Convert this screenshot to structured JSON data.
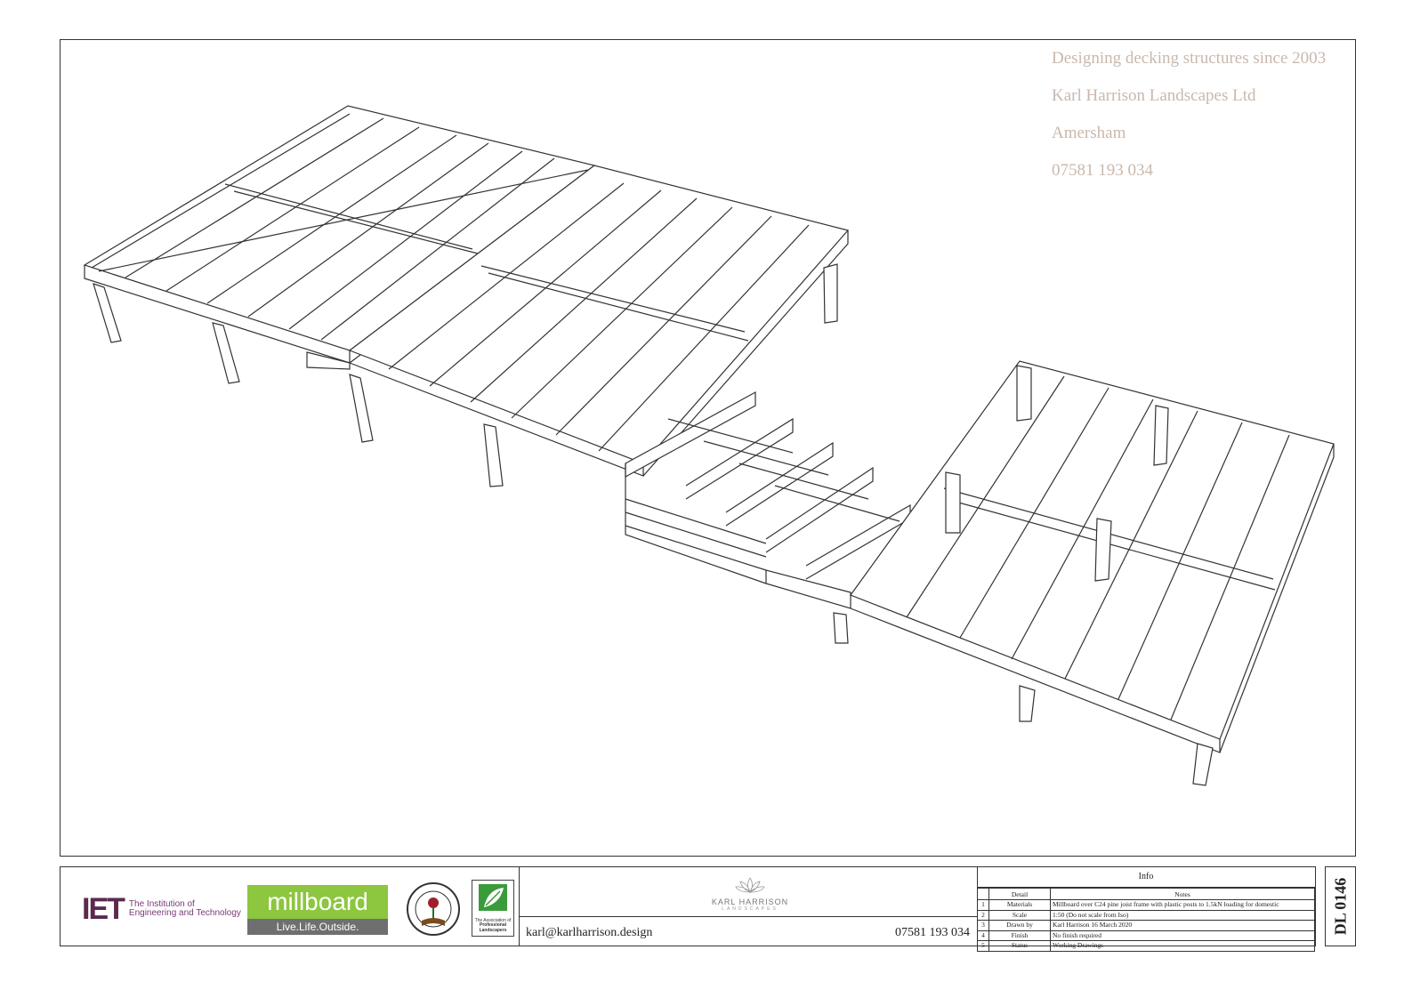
{
  "company": {
    "tagline": "Designing decking structures since 2003",
    "name": "Karl Harrison Landscapes Ltd",
    "location": "Amersham",
    "phone": "07581 193 034"
  },
  "titleblock": {
    "logos": {
      "iet_mark": "IET",
      "iet_text_1": "The Institution of",
      "iet_text_2": "Engineering and Technology",
      "millboard": "millboard",
      "millboard_tagline": "Live.Life.Outside.",
      "apl_text_1": "The Association of",
      "apl_text_2": "Professional",
      "apl_text_3": "Landscapers"
    },
    "brand_name": "KARL HARRISON",
    "brand_sub": "LANDSCAPES",
    "email": "karl@karlharrison.design",
    "phone": "07581 193 034",
    "info": {
      "title": "Info",
      "col_detail": "Detail",
      "col_notes": "Notes",
      "rows": [
        {
          "n": "1",
          "detail": "Materials",
          "notes": "Millboard over C24 pine joist frame with plastic posts to 1.5kN loading for domestic"
        },
        {
          "n": "2",
          "detail": "Scale",
          "notes": "1:50 (Do not scale from Iso)"
        },
        {
          "n": "3",
          "detail": "Drawn by",
          "notes": "Karl Harrison 16 March 2020"
        },
        {
          "n": "4",
          "detail": "Finish",
          "notes": "No finish required"
        },
        {
          "n": "5",
          "detail": "Status",
          "notes": "Working Drawings"
        }
      ]
    },
    "drawing_number": "DL 0146"
  }
}
